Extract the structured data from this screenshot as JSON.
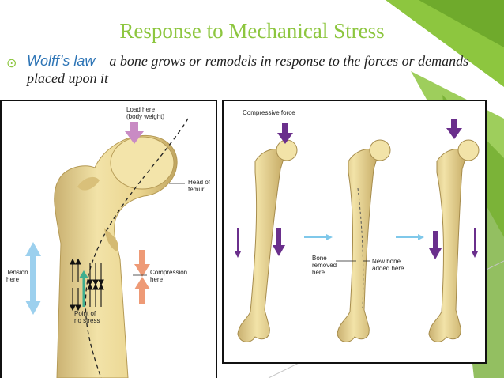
{
  "slide": {
    "title": "Response to Mechanical Stress",
    "bullet_icon": "circle-dot-bullet",
    "text_term": "Wolff’s law",
    "text_rest": " – a bone grows or remodels in response to the forces or demands placed upon it"
  },
  "left_figure": {
    "load_label": "Load here\n(body weight)",
    "head_label": "Head of\nfemur",
    "tension_label": "Tension\nhere",
    "compression_label": "Compression\nhere",
    "no_stress_label": "Point of\nno stress"
  },
  "right_figure": {
    "compressive_label": "Compressive force",
    "bone_removed_label": "Bone\nremoved\nhere",
    "new_bone_label": "New bone\nadded here"
  },
  "colors": {
    "title": "#8dc63f",
    "term": "#2e75b6",
    "bone": "#e8d498",
    "load_arrow": "#c98bc4",
    "tension_arrow": "#9cd0ee",
    "compression_arrow": "#ee9a76",
    "compressive_arrow": "#6a2f8c",
    "flow_arrow": "#7fc8ea"
  }
}
